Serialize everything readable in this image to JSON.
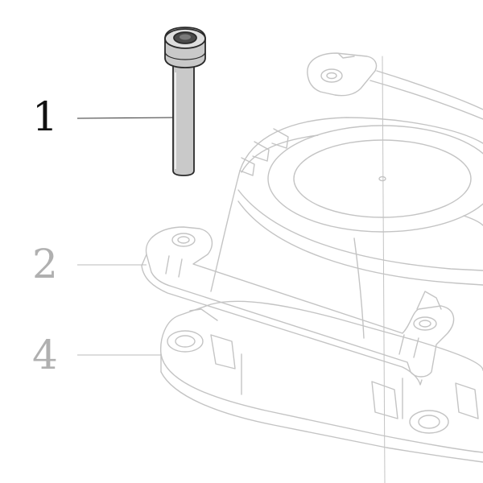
{
  "callouts": [
    {
      "id": "1",
      "label": "1",
      "highlighted": true
    },
    {
      "id": "2",
      "label": "2",
      "highlighted": false
    },
    {
      "id": "4",
      "label": "4",
      "highlighted": false
    }
  ],
  "colors": {
    "highlight_ink": "#111111",
    "ghost_ink": "#b0b0b0",
    "ghost_line": "#c4c4c4",
    "screw_fill": "#c9c9c9",
    "screw_outline": "#2a2a2a",
    "background": "#ffffff"
  },
  "icons": {
    "part_1": "socket-head-cap-screw-icon",
    "part_2": "cover-housing-with-frame",
    "part_4": "base-housing"
  }
}
